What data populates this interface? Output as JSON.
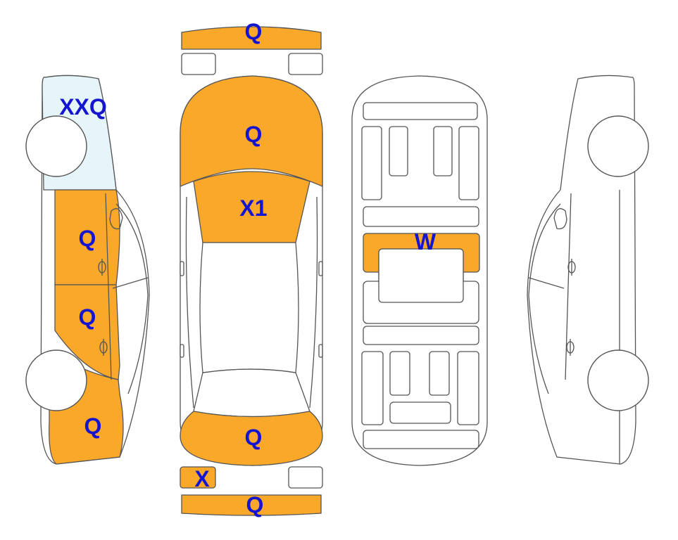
{
  "colors": {
    "damage_fill": "#F9A82A",
    "glass_mark_fill": "#E6F5FA",
    "code_text": "#1515D0",
    "outline": "#555555"
  },
  "panels": {
    "front_bumper": "Q",
    "hood": "Q",
    "windshield": "X1",
    "trunk": "Q",
    "rear_lamp_left": "X",
    "rear_bumper": "Q",
    "left_front_fender_glass": "XXQ",
    "left_front_door": "Q",
    "left_rear_door": "Q",
    "left_rear_quarter": "Q",
    "underbody_center": "W"
  }
}
